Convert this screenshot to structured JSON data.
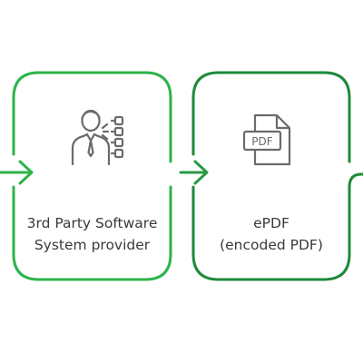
{
  "diagram": {
    "colors": {
      "left_card": "#2db34a",
      "right_card": "#1e8a3a",
      "icon": "#6b6b6b"
    },
    "steps": [
      {
        "id": "provider",
        "icon": "person-presenting-checklist-icon",
        "lines": [
          "3rd Party Software",
          "System provider"
        ]
      },
      {
        "id": "epdf",
        "icon": "pdf-document-icon",
        "icon_text": "PDF",
        "lines": [
          "ePDF",
          "(encoded PDF)"
        ]
      }
    ]
  }
}
